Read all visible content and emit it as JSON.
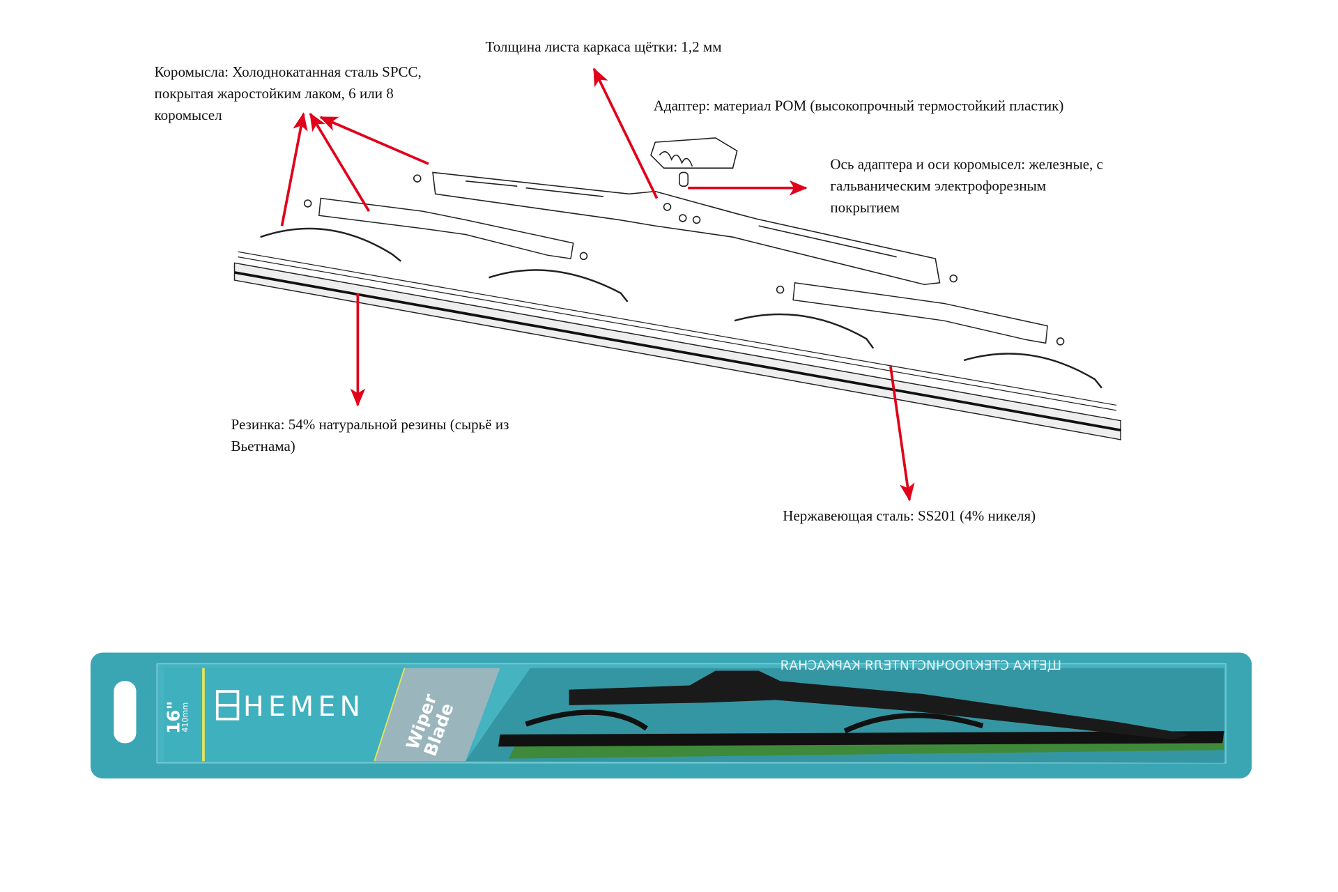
{
  "labels": {
    "rockers": [
      "Коромысла: Холоднокатанная сталь SPCC,",
      "покрытая жаростойким лаком, 6 или 8",
      "коромысел"
    ],
    "frame_thickness": "Толщина листа каркаса щётки: 1,2 мм",
    "adapter": "Адаптер: материал POM (высокопрочный термостойкий пластик)",
    "axles": [
      "Ось адаптера и оси коромысел: железные, с",
      "гальваническим электрофорезным",
      "покрытием"
    ],
    "rubber": [
      "Резинка: 54% натуральной резины (сырьё из",
      "Вьетнама)"
    ],
    "steel": "Нержавеющая сталь: SS201 (4% никеля)"
  },
  "package": {
    "size": "16\"",
    "size_mm": "410mm",
    "brand": "HEMEN",
    "product_line1": "Wiper",
    "product_line2": "Blade",
    "back_text": "ЩЕТКА СТЕКЛООЧИСТИТЕЛЯ КАРКАСНАЯ"
  },
  "colors": {
    "arrow": "#e0001a",
    "package": "#3aa6b3",
    "label_stripe": "#e5e55a"
  }
}
